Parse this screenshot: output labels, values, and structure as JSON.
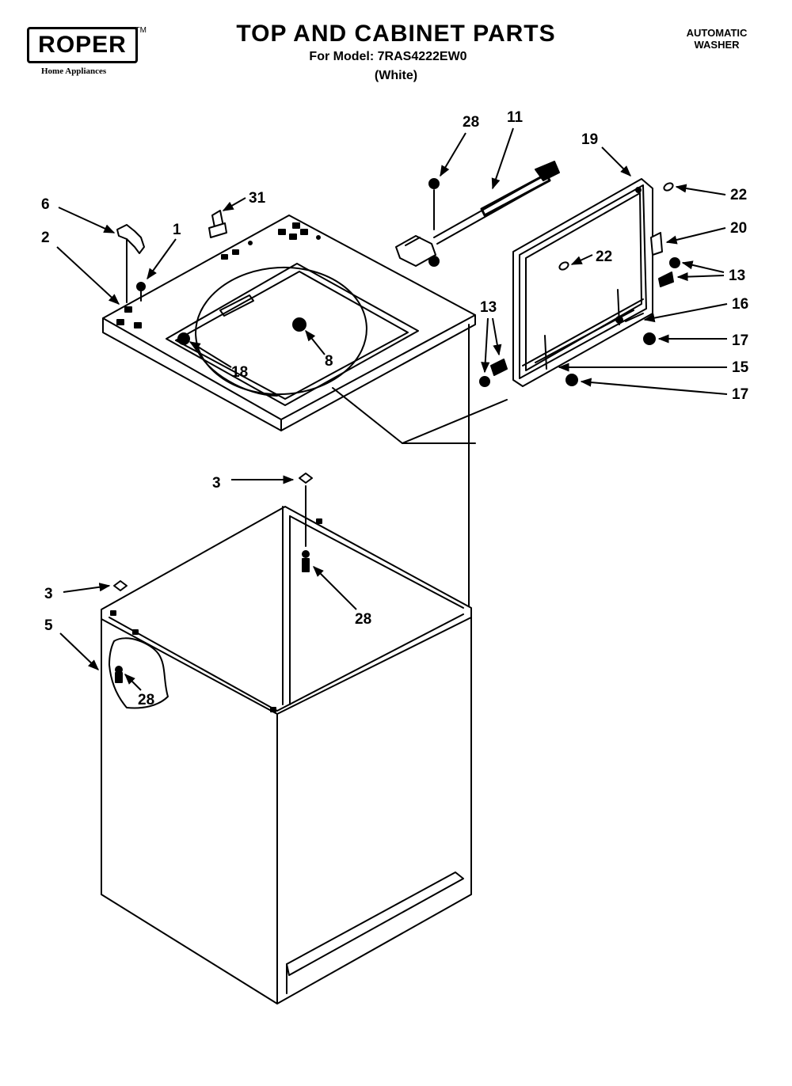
{
  "header": {
    "brand": "ROPER",
    "brand_tm": "TM",
    "brand_tagline": "Home Appliances",
    "title": "TOP AND CABINET PARTS",
    "model_line": "For Model: 7RAS4222EW0",
    "color_line": "(White)",
    "appliance_line1": "AUTOMATIC",
    "appliance_line2": "WASHER"
  },
  "callouts": [
    {
      "id": "c-6a",
      "label": "6"
    },
    {
      "id": "c-31",
      "label": "31"
    },
    {
      "id": "c-1",
      "label": "1"
    },
    {
      "id": "c-2",
      "label": "2"
    },
    {
      "id": "c-18",
      "label": "18"
    },
    {
      "id": "c-8",
      "label": "8"
    },
    {
      "id": "c-28a",
      "label": "28"
    },
    {
      "id": "c-11",
      "label": "11"
    },
    {
      "id": "c-19",
      "label": "19"
    },
    {
      "id": "c-22a",
      "label": "22"
    },
    {
      "id": "c-20",
      "label": "20"
    },
    {
      "id": "c-22b",
      "label": "22"
    },
    {
      "id": "c-13a",
      "label": "13"
    },
    {
      "id": "c-16",
      "label": "16"
    },
    {
      "id": "c-17a",
      "label": "17"
    },
    {
      "id": "c-15",
      "label": "15"
    },
    {
      "id": "c-17b",
      "label": "17"
    },
    {
      "id": "c-13b",
      "label": "13"
    },
    {
      "id": "c-3a",
      "label": "3"
    },
    {
      "id": "c-28b",
      "label": "28"
    },
    {
      "id": "c-3b",
      "label": "3"
    },
    {
      "id": "c-5",
      "label": "5"
    },
    {
      "id": "c-28c",
      "label": "28"
    }
  ]
}
